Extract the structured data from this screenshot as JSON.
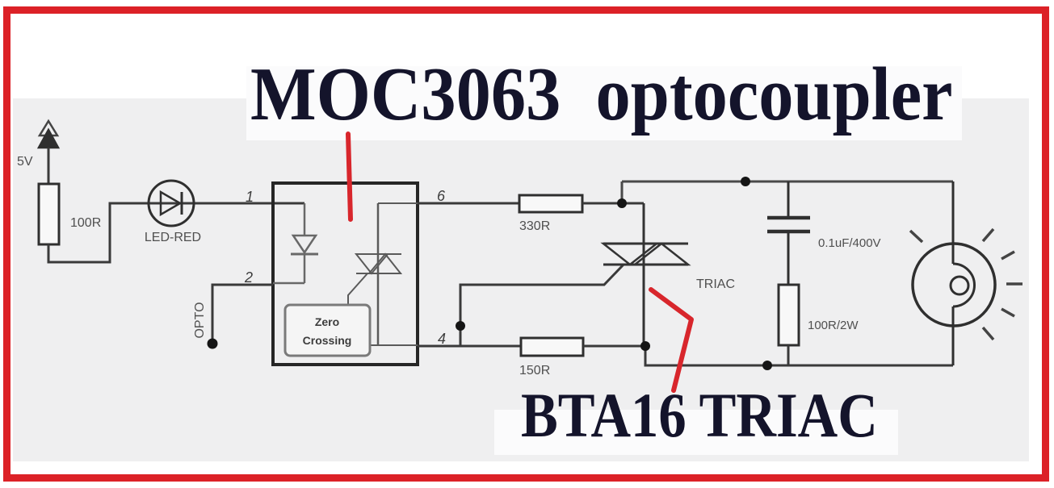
{
  "titles": {
    "optocoupler": "MOC3063  optocoupler",
    "triac": "BTA16 TRIAC"
  },
  "labels": {
    "supply": "5V",
    "r_input": "100R",
    "led": "LED-RED",
    "pin1": "1",
    "pin2": "2",
    "pin6": "6",
    "pin4": "4",
    "opto_terminal": "OPTO",
    "zero_line1": "Zero",
    "zero_line2": "Crossing",
    "r_gate_top": "330R",
    "r_gate_bottom": "150R",
    "triac": "TRIAC",
    "capacitor": "0.1uF/400V",
    "r_snubber": "100R/2W"
  },
  "colors": {
    "annotation_red": "#d8262c",
    "border_red": "#dc2127",
    "title_ink": "#14142b",
    "wire": "#3a3a3a"
  }
}
